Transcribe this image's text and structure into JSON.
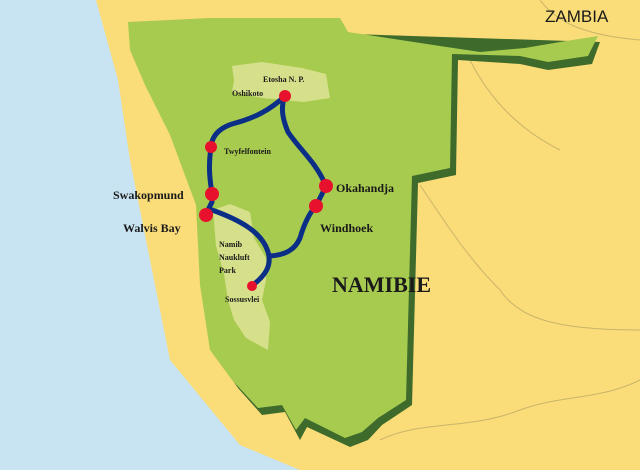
{
  "map": {
    "country_label": "NAMIBIE",
    "neighbor_label": "ZAMBIA",
    "park_labels": {
      "etosha": "Etosha N. P.",
      "namib_line1": "Namib",
      "namib_line2": "Naukluft",
      "namib_line3": "Park"
    },
    "cities": [
      {
        "name": "Oshikoto"
      },
      {
        "name": "Twyfelfontein"
      },
      {
        "name": "Swakopmund"
      },
      {
        "name": "Walvis Bay"
      },
      {
        "name": "Okahandja"
      },
      {
        "name": "Windhoek"
      },
      {
        "name": "Sossusvlei"
      }
    ],
    "colors": {
      "sea": "#c8e4f2",
      "land": "#fadc78",
      "namibia": "#a7cb4f",
      "park": "#d6e08a",
      "route": "#0b2f86",
      "stop": "#e8112d",
      "border_shadow": "#3e6b2c"
    }
  }
}
